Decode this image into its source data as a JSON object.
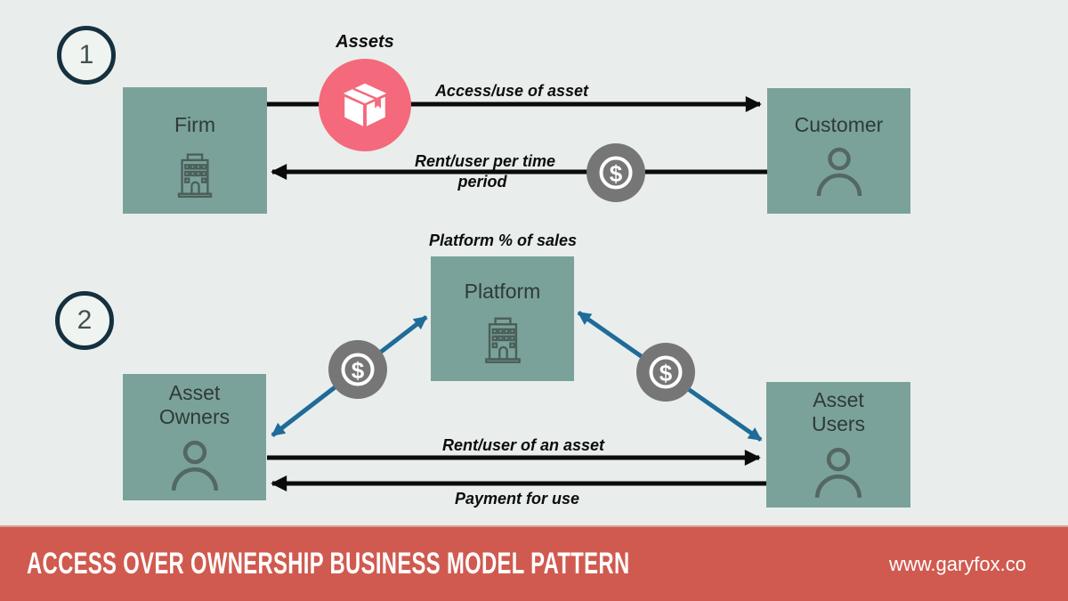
{
  "steps": [
    {
      "number": "1"
    },
    {
      "number": "2"
    }
  ],
  "flow1": {
    "firm_label": "Firm",
    "customer_label": "Customer",
    "assets_badge_label": "Assets",
    "access_arrow_label": "Access/use of asset",
    "rent_arrow_line1": "Rent/user per time",
    "rent_arrow_line2": "period"
  },
  "flow2": {
    "platform_label": "Platform",
    "owners_label": "Asset Owners",
    "users_label": "Asset Users",
    "platform_share_label": "Platform % of sales",
    "rent_arrow_label": "Rent/user of an asset",
    "payment_arrow_label": "Payment for use"
  },
  "icons": {
    "dollar_glyph": "$"
  },
  "footer": {
    "title": "ACCESS OVER OWNERSHIP BUSINESS MODEL PATTERN",
    "website": "www.garyfox.co"
  },
  "colors": {
    "background": "#e9eeec",
    "panel_green": "#7ba29a",
    "accent_pink": "#f4697b",
    "accent_gray": "#767676",
    "accent_blue": "#1f6b99",
    "navy_ring": "#15303f",
    "footer_red": "#d05a4f",
    "arrow_black": "#0b0b0b"
  }
}
